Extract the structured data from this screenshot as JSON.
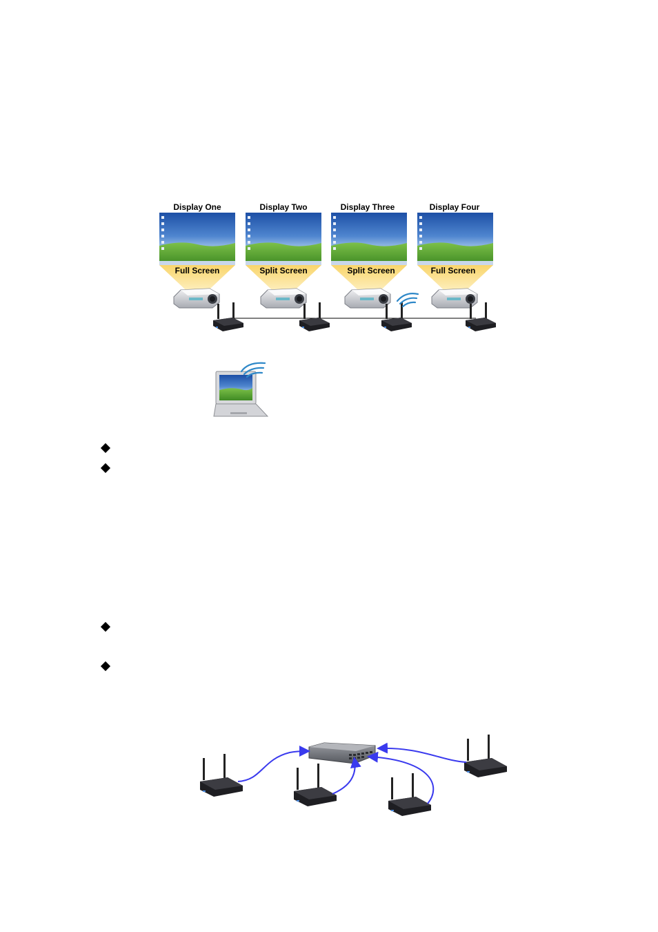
{
  "displays": [
    {
      "title": "Display One",
      "mode": "Full Screen"
    },
    {
      "title": "Display Two",
      "mode": "Split Screen"
    },
    {
      "title": "Display Three",
      "mode": "Split Screen"
    },
    {
      "title": "Display Four",
      "mode": "Full Screen"
    }
  ],
  "colors": {
    "sky": "#2f64b8",
    "grass": "#5fa83a",
    "beam": "#f7d97a",
    "wireless": "#2e88c8",
    "link": "#3a3aee",
    "router": "#1e1e22"
  },
  "icons": [
    "display-screen",
    "projector-icon",
    "router-icon",
    "laptop-icon",
    "wireless-signal-icon",
    "network-switch-icon",
    "diamond-bullet-icon"
  ]
}
